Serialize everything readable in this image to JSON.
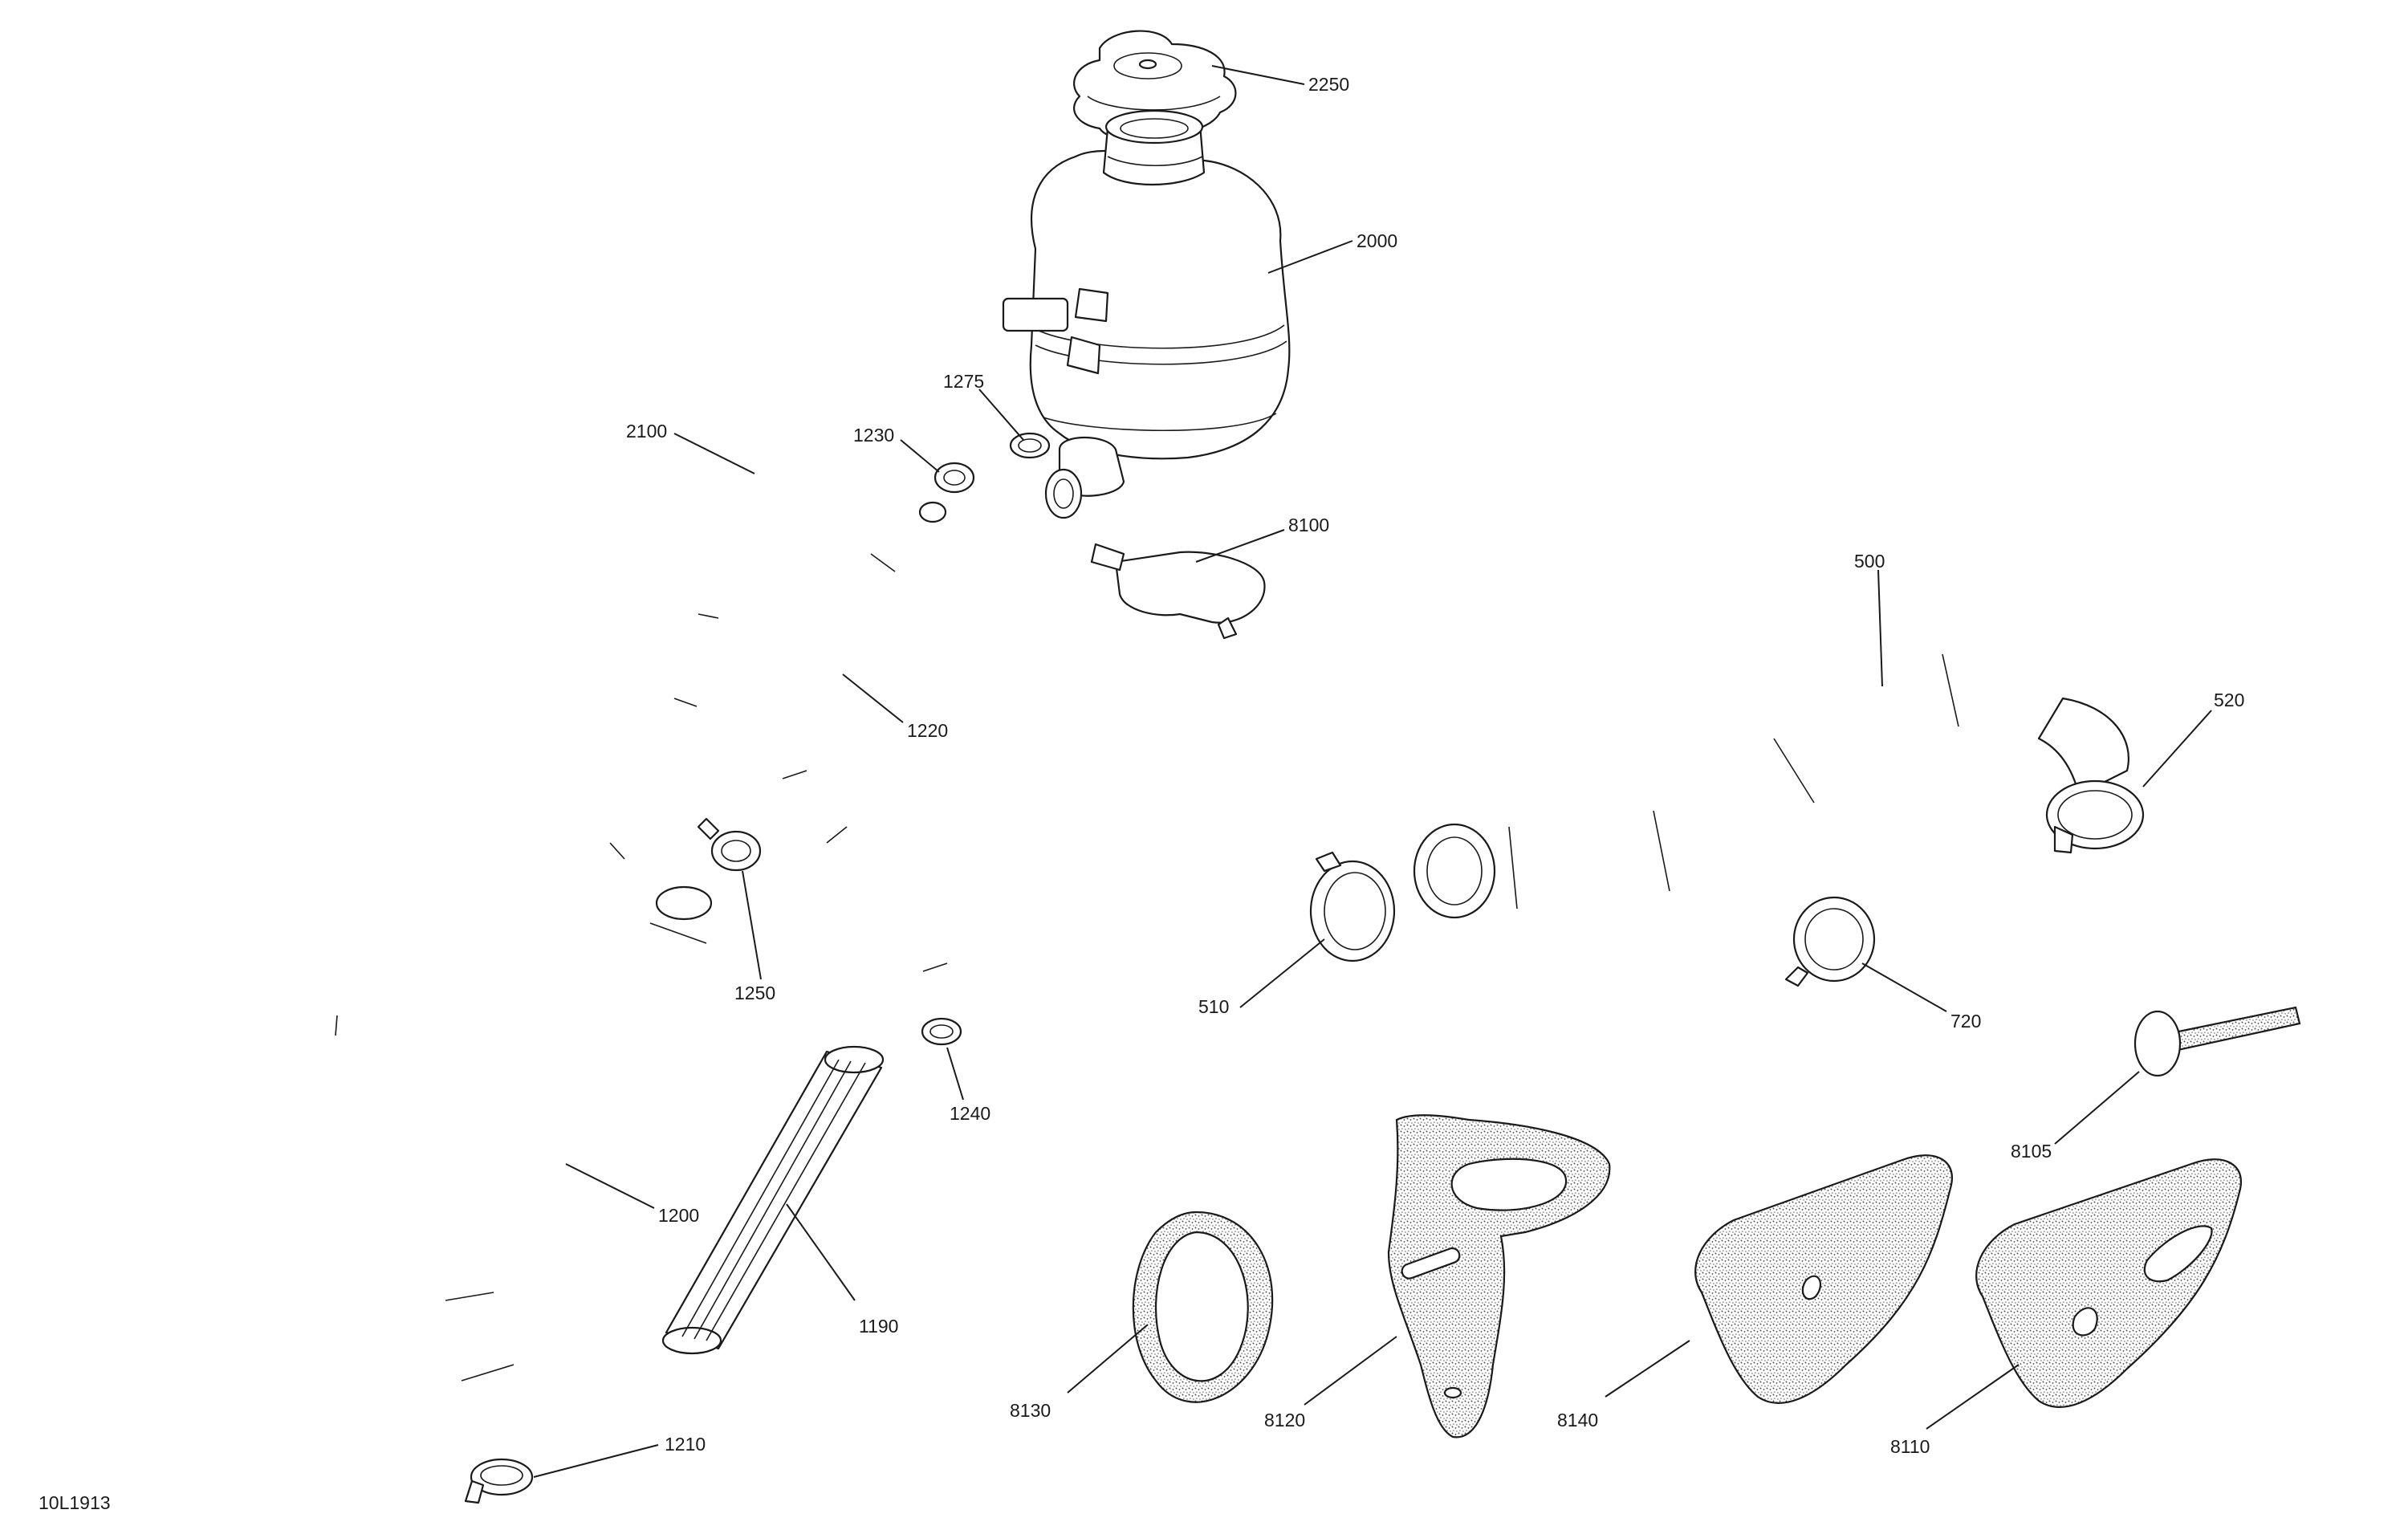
{
  "reference_code": "10L1913",
  "callouts": {
    "c2250": "2250",
    "c2000": "2000",
    "c1275": "1275",
    "c1230": "1230",
    "c2100": "2100",
    "c8100": "8100",
    "c500": "500",
    "c520": "520",
    "c1220": "1220",
    "c1250": "1250",
    "c510": "510",
    "c720": "720",
    "c1240": "1240",
    "c8105": "8105",
    "c1200": "1200",
    "c1190": "1190",
    "c8130": "8130",
    "c8120": "8120",
    "c8140": "8140",
    "c8110": "8110",
    "c1210": "1210"
  }
}
